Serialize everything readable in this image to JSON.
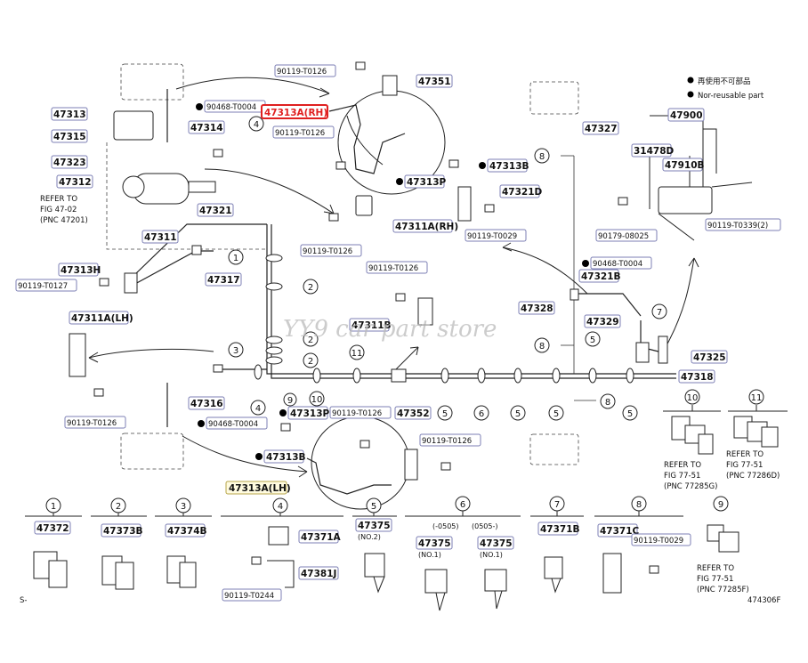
{
  "legend": {
    "line1": "再使用不可部品",
    "line2": "Nor-reusable part"
  },
  "watermark": "YY9 car part store",
  "figure_code_left": "S-",
  "figure_code_right": "474306F",
  "highlighted_part": "47313A(RH)",
  "callouts": [
    {
      "id": "c47313",
      "text": "47313"
    },
    {
      "id": "c47315",
      "text": "47315"
    },
    {
      "id": "c47323",
      "text": "47323"
    },
    {
      "id": "c47312",
      "text": "47312"
    },
    {
      "id": "c47314",
      "text": "47314"
    },
    {
      "id": "c90468a",
      "text": "90468-T0004"
    },
    {
      "id": "c90119_126a",
      "text": "90119-T0126"
    },
    {
      "id": "c47351",
      "text": "47351"
    },
    {
      "id": "c47313ARH",
      "text": "47313A(RH)"
    },
    {
      "id": "c90119_126b",
      "text": "90119-T0126"
    },
    {
      "id": "c47327",
      "text": "47327"
    },
    {
      "id": "c47313B_top",
      "text": "47313B"
    },
    {
      "id": "c47313P_top",
      "text": "47313P"
    },
    {
      "id": "c47900",
      "text": "47900"
    },
    {
      "id": "c31478D",
      "text": "31478D"
    },
    {
      "id": "c47910B",
      "text": "47910B"
    },
    {
      "id": "c47321",
      "text": "47321"
    },
    {
      "id": "c47321D",
      "text": "47321D"
    },
    {
      "id": "c47311ARH",
      "text": "47311A(RH)"
    },
    {
      "id": "c90119_0029a",
      "text": "90119-T0029"
    },
    {
      "id": "c90179",
      "text": "90179-08025"
    },
    {
      "id": "c90119_0339",
      "text": "90119-T0339(2)"
    },
    {
      "id": "c47311",
      "text": "47311"
    },
    {
      "id": "c90119_126c",
      "text": "90119-T0126"
    },
    {
      "id": "c47313H",
      "text": "47313H"
    },
    {
      "id": "c90119_127",
      "text": "90119-T0127"
    },
    {
      "id": "c47317",
      "text": "47317"
    },
    {
      "id": "c90119_126d",
      "text": "90119-T0126"
    },
    {
      "id": "c90468b",
      "text": "90468-T0004"
    },
    {
      "id": "c47321B",
      "text": "47321B"
    },
    {
      "id": "c47311B",
      "text": "47311B"
    },
    {
      "id": "c47328",
      "text": "47328"
    },
    {
      "id": "c47329",
      "text": "47329"
    },
    {
      "id": "c47311ALH",
      "text": "47311A(LH)"
    },
    {
      "id": "c47325",
      "text": "47325"
    },
    {
      "id": "c47318",
      "text": "47318"
    },
    {
      "id": "c90119_126e",
      "text": "90119-T0126"
    },
    {
      "id": "c47316",
      "text": "47316"
    },
    {
      "id": "c47313P_bot",
      "text": "47313P"
    },
    {
      "id": "c90119_126f",
      "text": "90119-T0126"
    },
    {
      "id": "c47352",
      "text": "47352"
    },
    {
      "id": "c90468c",
      "text": "90468-T0004"
    },
    {
      "id": "c90119_126g",
      "text": "90119-T0126"
    },
    {
      "id": "c47313B_bot",
      "text": "47313B"
    },
    {
      "id": "c47313ALH",
      "text": "47313A(LH)"
    },
    {
      "id": "c47372",
      "text": "47372"
    },
    {
      "id": "c47373B",
      "text": "47373B"
    },
    {
      "id": "c47374B",
      "text": "47374B"
    },
    {
      "id": "c47371A",
      "text": "47371A"
    },
    {
      "id": "c47381J",
      "text": "47381J"
    },
    {
      "id": "c90119_0244",
      "text": "90119-T0244"
    },
    {
      "id": "c47375_no2",
      "text": "47375"
    },
    {
      "id": "c47375_no1a",
      "text": "47375"
    },
    {
      "id": "c47375_no1b",
      "text": "47375"
    },
    {
      "id": "c47371B",
      "text": "47371B"
    },
    {
      "id": "c47371C",
      "text": "47371C"
    },
    {
      "id": "c90119_0029b",
      "text": "90119-T0029"
    }
  ],
  "small_text": {
    "refer_47": [
      "REFER TO",
      "FIG 47-02",
      "(PNC 47201)"
    ],
    "refer_10": [
      "REFER TO",
      "FIG 77-51",
      "(PNC 77285G)"
    ],
    "refer_11": [
      "REFER TO",
      "FIG 77-51",
      "(PNC 77286D)"
    ],
    "refer_9": [
      "REFER TO",
      "FIG 77-51",
      "(PNC 77285F)"
    ],
    "no2": "(NO.2)",
    "no1a": "(NO.1)",
    "no1b": "(NO.1)",
    "range_a": "(-0505)",
    "range_b": "(0505-)"
  },
  "detail_numbers": [
    "1",
    "2",
    "3",
    "4",
    "5",
    "6",
    "7",
    "8",
    "9",
    "10",
    "11"
  ]
}
